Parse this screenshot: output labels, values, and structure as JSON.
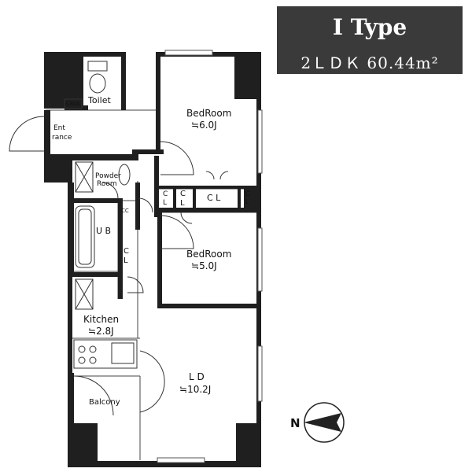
{
  "type_badge": {
    "title": "I Type",
    "subtitle": "2ＬＤＫ 60.44m²"
  },
  "rooms": {
    "toilet": "Toilet",
    "sbox": "S.BOX",
    "entrance_1": "Ent",
    "entrance_2": "rance",
    "bedroom1_name": "BedRoom",
    "bedroom1_size": "≒6.0J",
    "powder_1": "Powder",
    "powder_2": "Room",
    "cl_a_1": "C",
    "cl_a_2": "L",
    "cl_b_1": "C",
    "cl_b_2": "L",
    "cl_main": "C L",
    "cl_c_1": "C",
    "cl_c_2": "L",
    "cc": "CC",
    "ub": "U B",
    "cl_d_1": "C",
    "cl_d_2": "L",
    "bedroom2_name": "BedRoom",
    "bedroom2_size": "≒5.0J",
    "kitchen_name": "Kitchen",
    "kitchen_size": "≒2.8J",
    "ld_name": "L D",
    "ld_size": "≒10.2J",
    "balcony": "Balcony"
  },
  "compass": {
    "label": "N"
  },
  "colors": {
    "wall": "#1f1f1f",
    "badge": "#3a3a3a",
    "line": "#444444"
  }
}
